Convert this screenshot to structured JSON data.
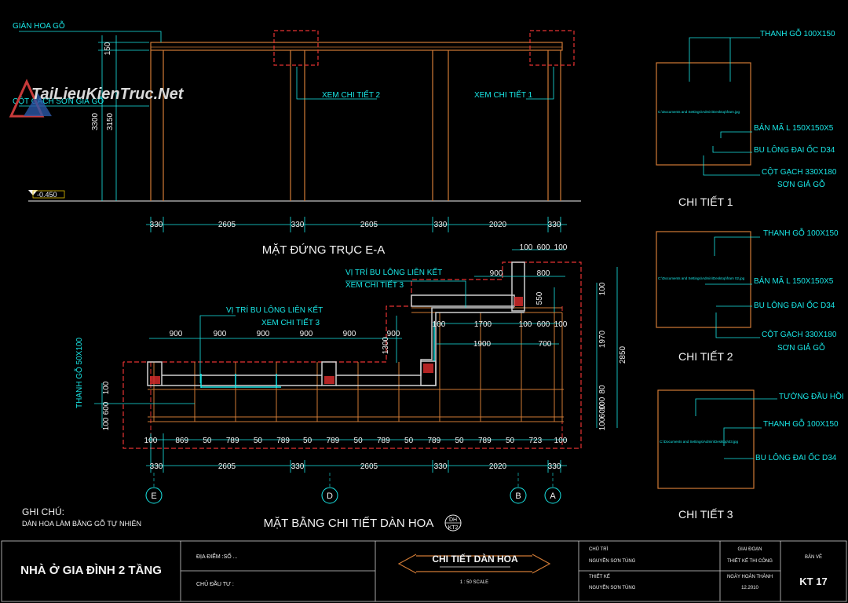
{
  "elevation": {
    "title": "MẶT ĐỨNG TRỤC E-A",
    "level": "-0.450",
    "labels": {
      "gian_hoa_go": "GIÀN HOA GỖ",
      "cot_gach": "CỘT GẠCH SƠN GIẢ GỖ",
      "xem_chi_tiet_2": "XEM CHI TIẾT 2",
      "xem_chi_tiet_1": "XEM CHI TIẾT 1"
    },
    "vertical_dims": [
      "150",
      "3300",
      "3150"
    ],
    "horizontal_dims": [
      "330",
      "2605",
      "330",
      "2605",
      "330",
      "2020",
      "330"
    ]
  },
  "plan": {
    "title": "MẶT BẰNG CHI TIẾT DÀN HOA",
    "symbol_top": "DH",
    "symbol_bottom": "KT2",
    "labels": {
      "vi_tri_bu_long_1": "VỊ TRÍ BU LÔNG LIÊN KẾT",
      "xem_chi_tiet_3_1": "XEM CHI TIẾT 3",
      "vi_tri_bu_long_2": "VỊ TRÍ BU LÔNG LIÊN KẾT",
      "xem_chi_tiet_3_2": "XEM CHI TIẾT 3",
      "thanh_go": "THANH GỖ 50X100"
    },
    "top_dims_left": [
      "900",
      "900",
      "900",
      "900",
      "900",
      "900"
    ],
    "top_dims_right": [
      "100",
      "600",
      "100"
    ],
    "dim_900": "900",
    "dim_800": "800",
    "dim_550": "550",
    "dim_1300": "1300",
    "mid_row": [
      "100",
      "1700",
      "100",
      "600",
      "100"
    ],
    "row_1900": "1900",
    "row_700": "700",
    "right_dims_top": [
      "100",
      "1970"
    ],
    "right_dim_2850": "2850",
    "right_dims_bottom": [
      "80",
      "100",
      "600",
      "100"
    ],
    "left_dims": [
      "100",
      "600",
      "100"
    ],
    "bottom_row_1": [
      "100",
      "869",
      "50",
      "789",
      "50",
      "789",
      "50",
      "789",
      "50",
      "789",
      "50",
      "789",
      "50",
      "789",
      "50",
      "723",
      "100"
    ],
    "bottom_row_2": [
      "330",
      "2605",
      "330",
      "2605",
      "330",
      "2020",
      "330"
    ],
    "axes": [
      "E",
      "D",
      "B",
      "A"
    ]
  },
  "notes": {
    "title": "GHI CHÚ:",
    "text": "DÀN HOA LÀM BẰNG GỖ TỰ NHIÊN"
  },
  "details": [
    {
      "title": "CHI TIẾT 1",
      "labels": [
        "THANH GỖ 100X150",
        "BẢN MÃ L 150X150X5",
        "BU LÔNG ĐAI ỐC  D34",
        "CỘT GẠCH 330X180",
        "SƠN GIẢ GỖ"
      ],
      "path_text": "C:\\Documents and Settings\\Admin\\Desktop\\fram.jpg"
    },
    {
      "title": "CHI TIẾT 2",
      "labels": [
        "THANH GỖ 100X150",
        "BẢN MÃ L 150X150X5",
        "BU LÔNG ĐAI ỐC  D34",
        "CỘT GẠCH 330X180",
        "SƠN GIẢ GỖ"
      ],
      "path_text": "C:\\Documents and Settings\\Admin\\Desktop\\fram 02.jpg"
    },
    {
      "title": "CHI TIẾT 3",
      "labels": [
        "TƯỜNG ĐẦU HỒI",
        "THANH GỖ 100X150",
        "BU LÔNG ĐAI ỐC  D34"
      ],
      "path_text": "C:\\Documents and Settings\\Admin\\Desktop\\03.jpg"
    }
  ],
  "watermark": "TaiLieuKienTruc.Net",
  "title_block": {
    "project": "NHÀ Ở GIA ĐÌNH 2 TẦNG",
    "dia_diem": "ĐỊA ĐIỂM :SỐ ...",
    "chu_dau_tu": "CHỦ ĐẦU TƯ :",
    "drawing_title": "CHI TIẾT DÀN HOA",
    "scale": "1 : 50 SCALE",
    "chu_tri_label": "CHỦ TRÌ",
    "chu_tri_name": "NGUYỄN SƠN TÙNG",
    "thiet_ke_label": "THIẾT KẾ",
    "thiet_ke_name": "NGUYỄN SƠN TÙNG",
    "giai_doan_label": "GIAI ĐOẠN",
    "giai_doan_value": "THIẾT KẾ THI CÔNG",
    "ngay_label": "NGÀY HOÀN THÀNH",
    "ngay_value": "12.2010",
    "ban_ve_label": "BẢN VẼ",
    "ban_ve_value": "KT 17"
  },
  "colors": {
    "line_orange": "#d07a35",
    "line_cyan": "#19e6e6",
    "dim_white": "#f2f2f2",
    "red_dashed": "#e53232",
    "hatch_red": "#d22a2a"
  }
}
